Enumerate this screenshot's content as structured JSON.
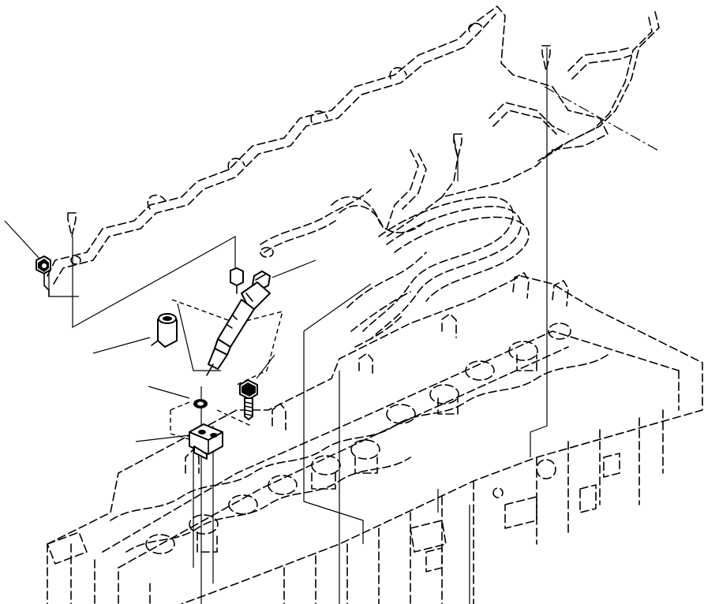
{
  "figure": {
    "style": "exploded-view line drawing",
    "background_color": "#ffffff",
    "line_color": "#000000",
    "labels": []
  },
  "parts": [
    {
      "id": "fuel-injection-lines",
      "drawn_as": "dashed",
      "callout": false
    },
    {
      "id": "fuel-injector",
      "drawn_as": "solid",
      "callout": true
    },
    {
      "id": "injector-sleeve",
      "drawn_as": "solid",
      "callout": true
    },
    {
      "id": "mounting-bolt",
      "drawn_as": "solid",
      "callout": true
    },
    {
      "id": "sealing-washer",
      "drawn_as": "solid",
      "callout": true
    },
    {
      "id": "hold-down-clamp",
      "drawn_as": "solid",
      "callout": true
    },
    {
      "id": "line-nut",
      "drawn_as": "solid",
      "callout": true
    },
    {
      "id": "cylinder-head",
      "drawn_as": "dashed",
      "callout": false
    }
  ]
}
